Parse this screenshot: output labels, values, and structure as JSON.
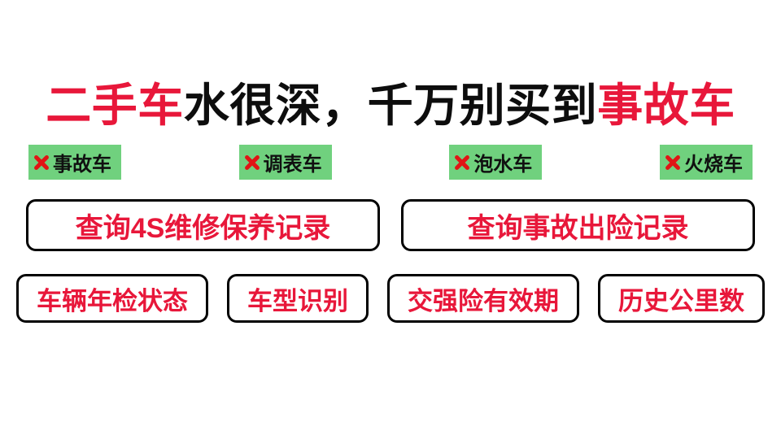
{
  "headline": {
    "part1": "二手车",
    "part2": "水很深，千万别买到",
    "part3": "事故车"
  },
  "tags": [
    {
      "icon": "red-x",
      "label": "事故车"
    },
    {
      "icon": "red-x",
      "label": "调表车"
    },
    {
      "icon": "red-x",
      "label": "泡水车"
    },
    {
      "icon": "red-x",
      "label": "火烧车"
    }
  ],
  "primary_buttons": [
    {
      "label": "查询4S维修保养记录"
    },
    {
      "label": "查询事故出险记录"
    }
  ],
  "secondary_buttons": [
    {
      "label": "车辆年检状态"
    },
    {
      "label": "车型识别"
    },
    {
      "label": "交强险有效期"
    },
    {
      "label": "历史公里数"
    }
  ],
  "colors": {
    "accent_red": "#e8173a",
    "tag_green": "#70d17e",
    "text_black": "#0d0d0d"
  }
}
